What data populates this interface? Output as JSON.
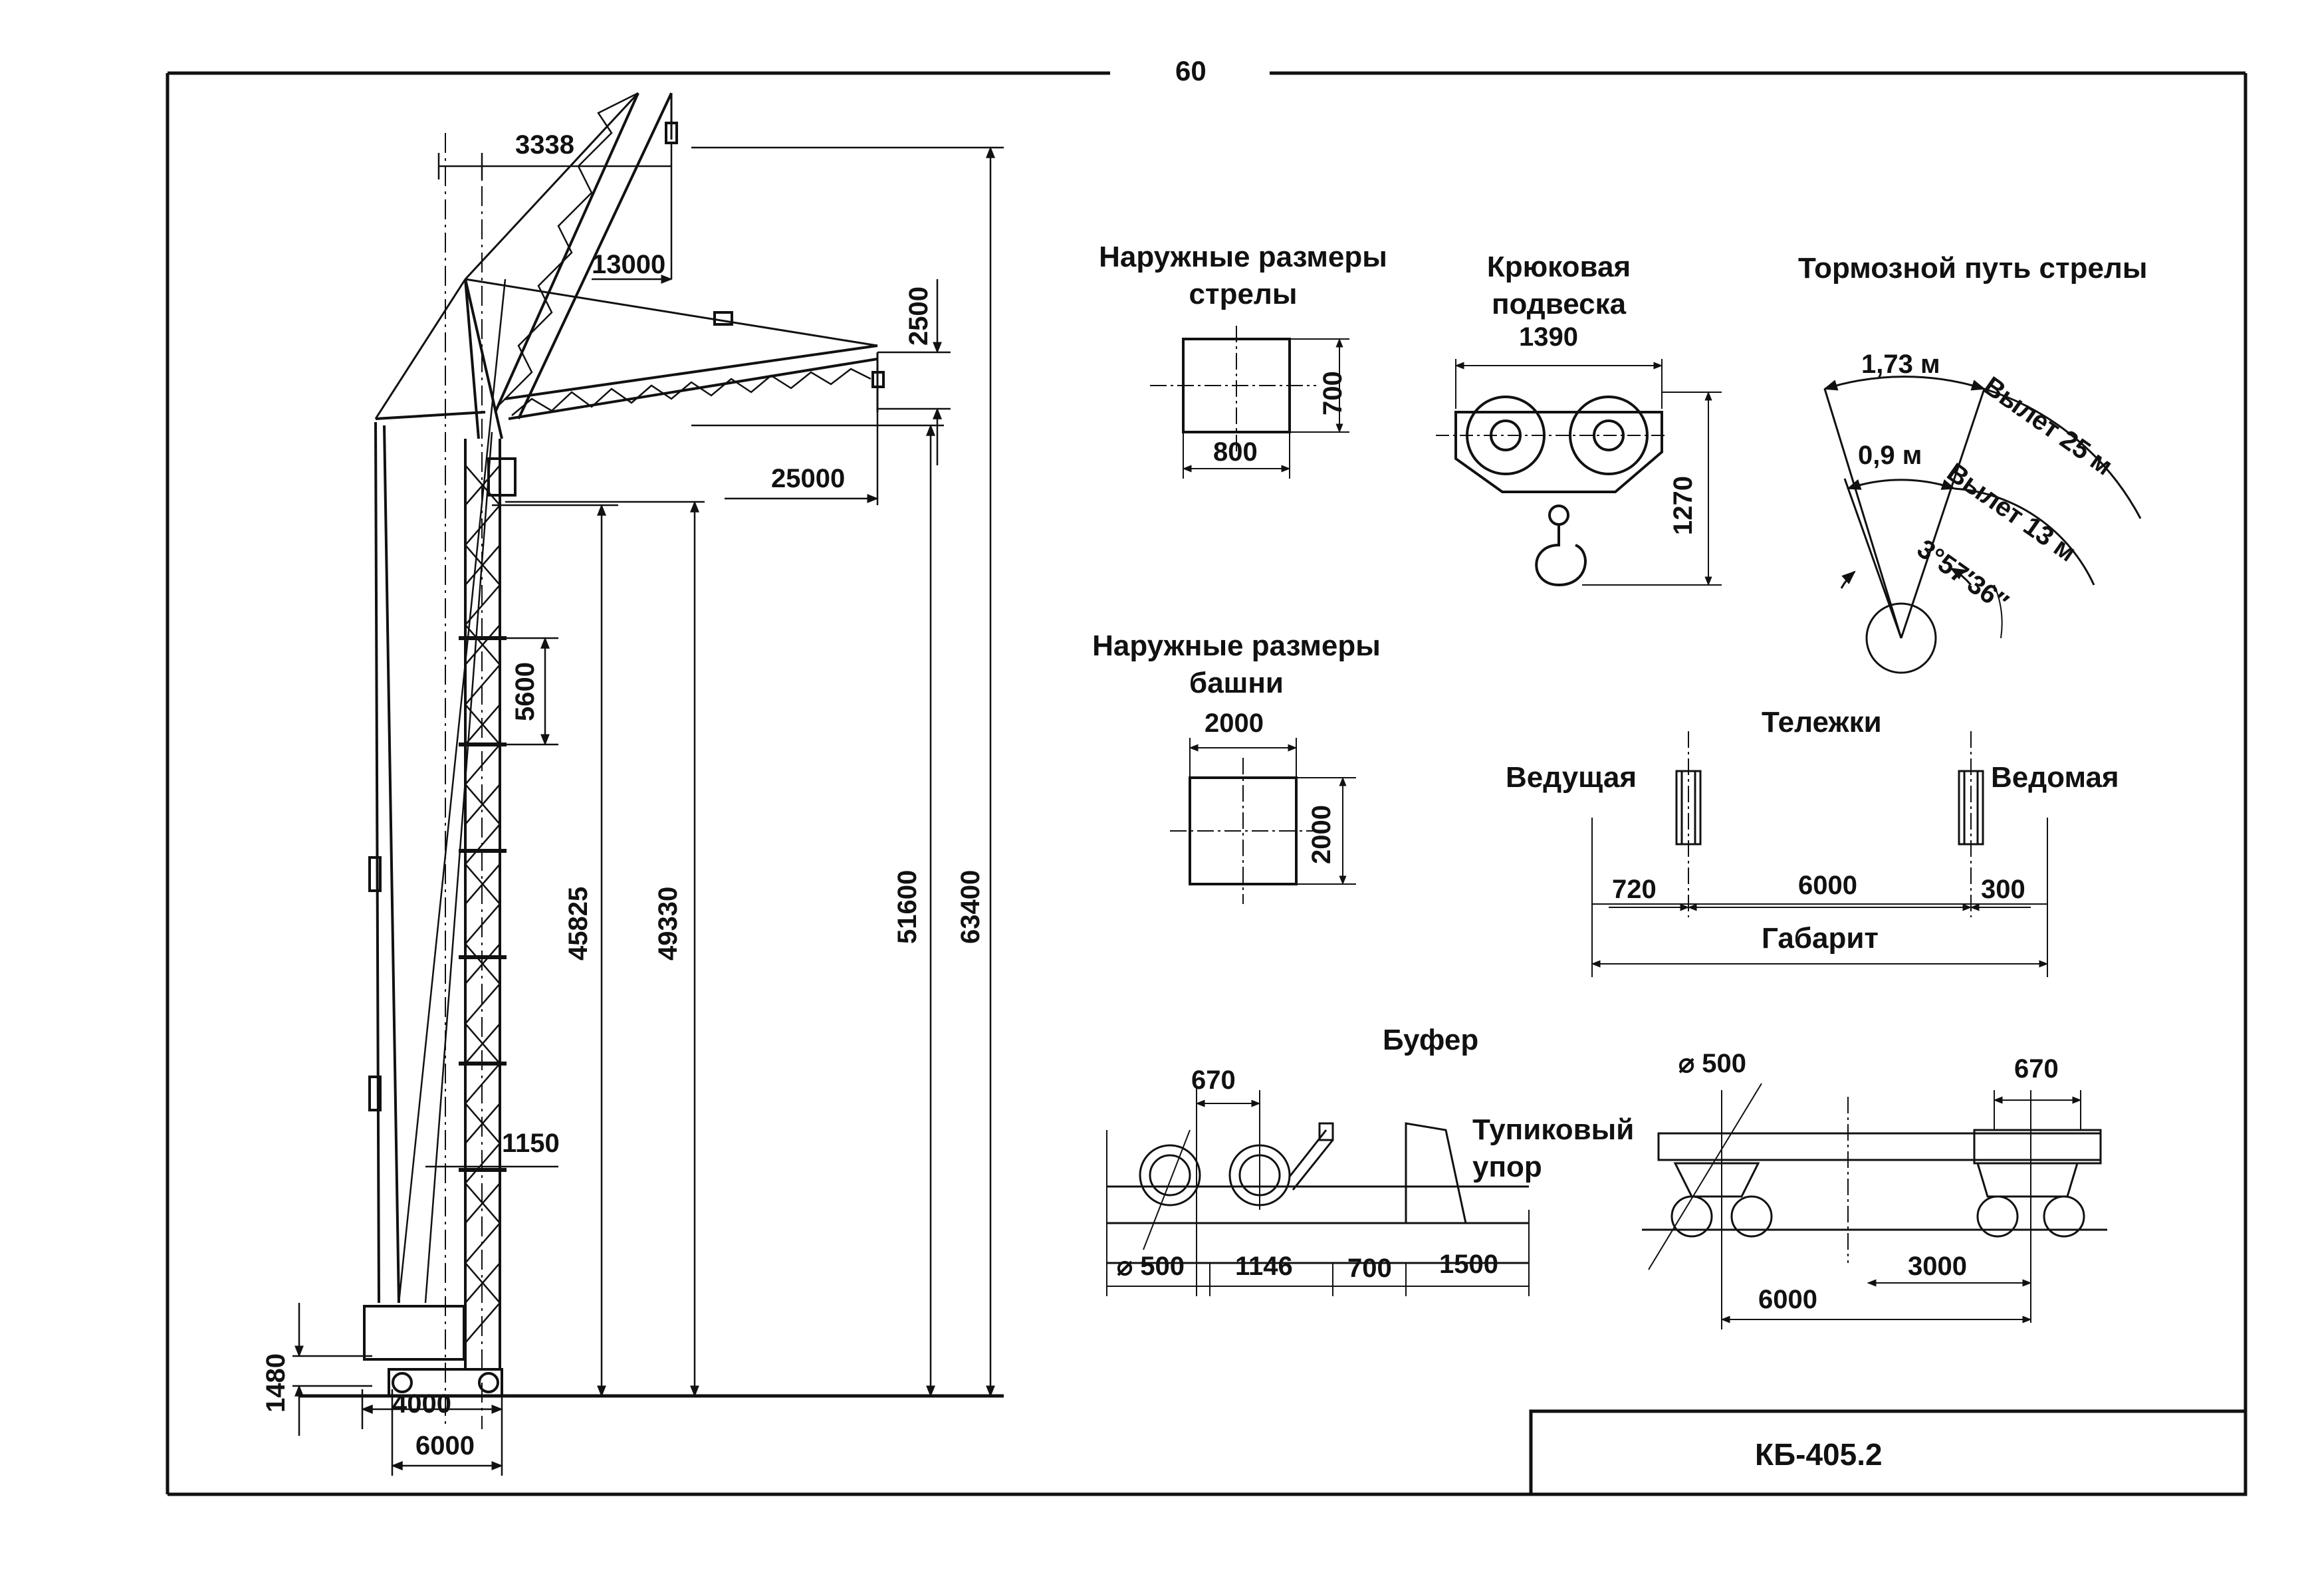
{
  "page_number": "60",
  "model": "КБ-405.2",
  "main_view": {
    "dims": {
      "d3338": "3338",
      "d13000": "13000",
      "d2500": "2500",
      "d25000": "25000",
      "d5600": "5600",
      "d45825": "45825",
      "d49330": "49330",
      "d51600": "51600",
      "d63400": "63400",
      "d1150": "1150",
      "d1480": "1480",
      "d4000": "4000",
      "d6000": "6000"
    }
  },
  "boom_section": {
    "title_line1": "Наружные размеры",
    "title_line2": "стрелы",
    "width": "800",
    "height": "700"
  },
  "hook": {
    "title_line1": "Крюковая",
    "title_line2": "подвеска",
    "width": "1390",
    "height": "1270"
  },
  "brake": {
    "title": "Тормозной путь стрелы",
    "arc_outer": "1,73 м",
    "arc_inner": "0,9 м",
    "reach_25": "Вылет 25 м",
    "reach_13": "Вылет 13 м",
    "angle": "3°57′36″"
  },
  "tower_section": {
    "title_line1": "Наружные размеры",
    "title_line2": "башни",
    "width": "2000",
    "height": "2000"
  },
  "bogies": {
    "title": "Тележки",
    "driving": "Ведущая",
    "driven": "Ведомая",
    "d720": "720",
    "d6000": "6000",
    "d300": "300",
    "gabarit": "Габарит"
  },
  "buffer": {
    "buffer_label": "Буфер",
    "stop_line1": "Тупиковый",
    "stop_line2": "упор",
    "d670": "670",
    "d500": "⌀ 500",
    "d1146": "1146",
    "d700": "700",
    "d1500": "1500"
  },
  "chassis": {
    "d500": "⌀ 500",
    "d670": "670",
    "d6000": "6000",
    "d3000": "3000"
  }
}
